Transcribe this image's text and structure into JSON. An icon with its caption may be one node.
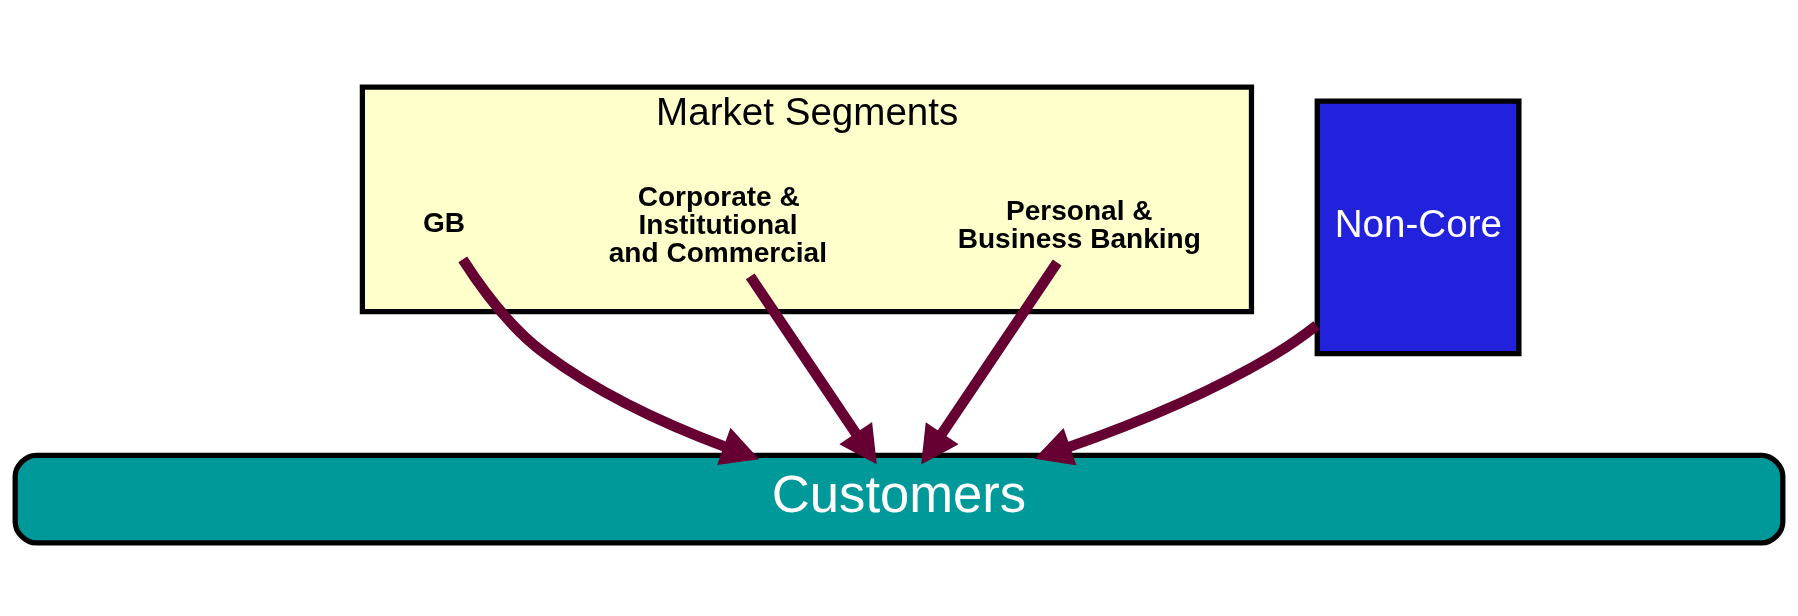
{
  "diagram": {
    "nodes": [
      {
        "text": [
          "Market Segments"
        ]
      },
      {
        "text": [
          "Personal & Business Banking"
        ],
        "in": 0
      },
      {
        "text": [
          "Corporate & Institutional and Commercial"
        ],
        "in": 0
      },
      {
        "text": [
          "GB"
        ],
        "in": 0
      },
      {
        "text": [
          "Non-Core"
        ]
      },
      {
        "text": [
          "Customers"
        ]
      }
    ],
    "edges": [
      {
        "from": 1,
        "to": 5,
        "arrow": "to"
      },
      {
        "from": 2,
        "to": 5,
        "arrow": "to"
      },
      {
        "from": 3,
        "to": 5,
        "arrow": "to"
      },
      {
        "from": 4,
        "to": 5,
        "arrow": "to"
      }
    ]
  }
}
